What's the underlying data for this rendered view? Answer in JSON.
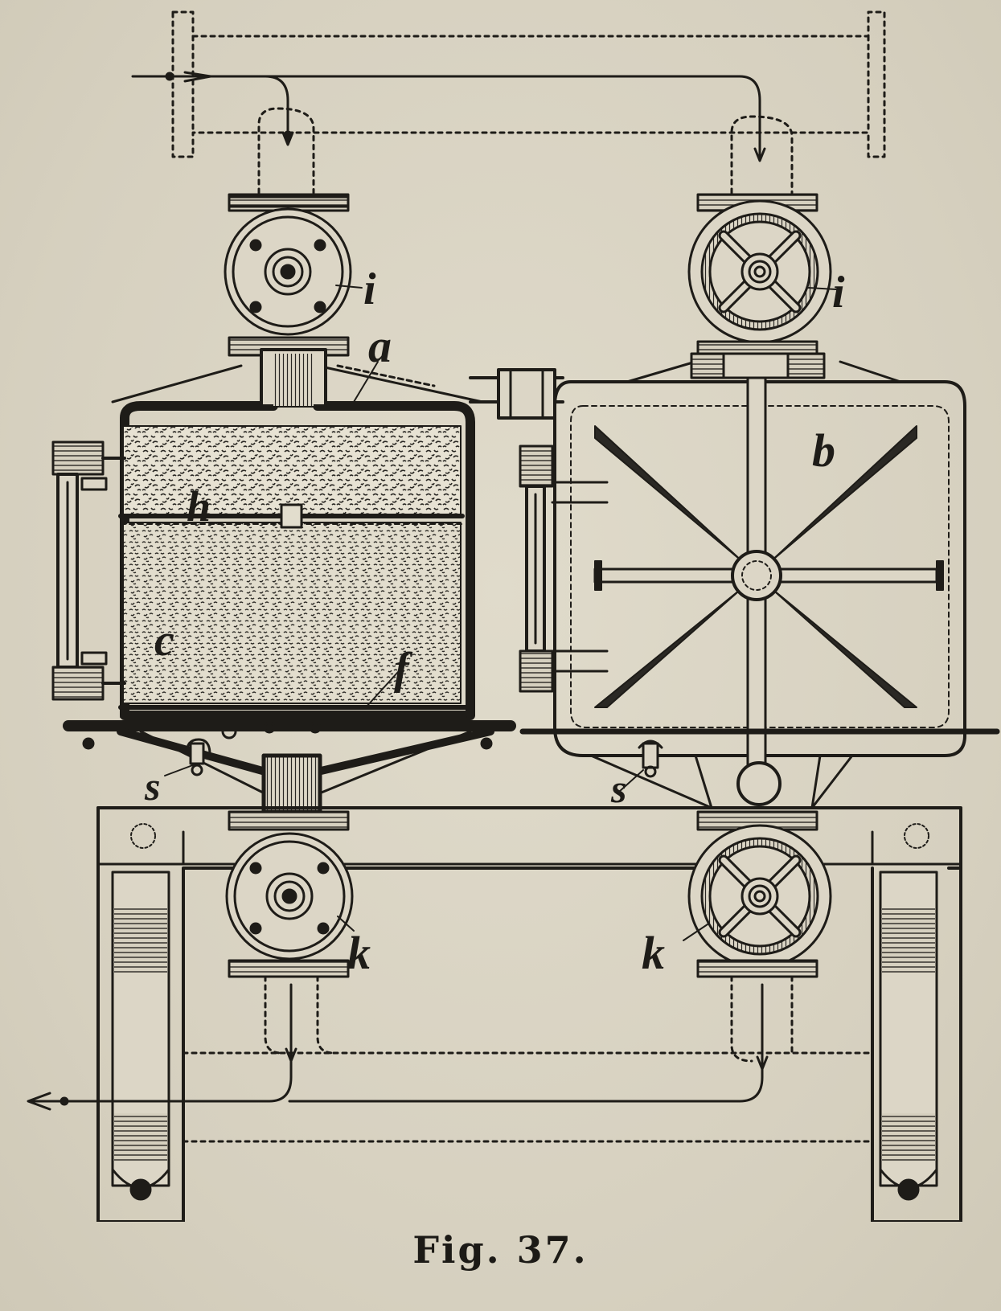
{
  "figure": {
    "caption": "Fig. 37.",
    "labels": {
      "a": "a",
      "b": "b",
      "c": "c",
      "f": "f",
      "h": "h",
      "i_left": "i",
      "i_right": "i",
      "k_left": "k",
      "k_right": "k",
      "s_left": "s",
      "s_right": "s"
    }
  },
  "colors": {
    "paper": "#d9d4c3",
    "ink": "#1e1c18"
  }
}
